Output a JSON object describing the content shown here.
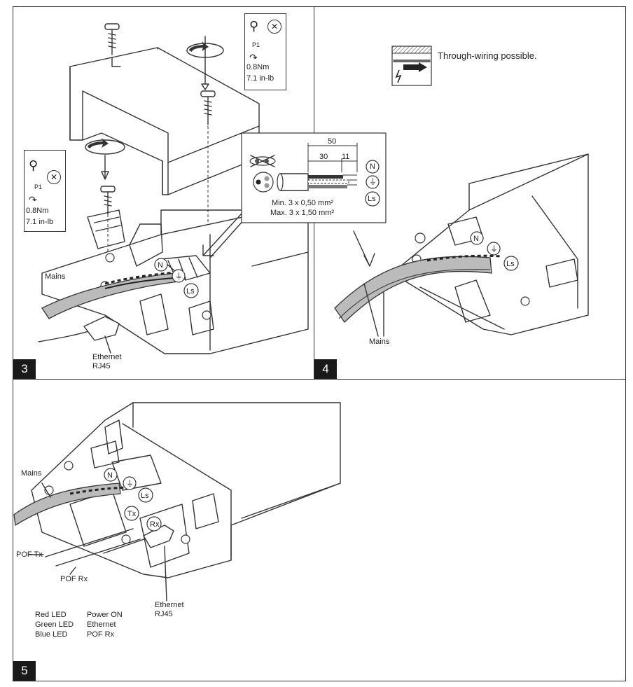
{
  "panel3": {
    "number": "3",
    "tool": "P1",
    "torque_nm": "0.8Nm",
    "torque_inlb": "7.1 in-lb",
    "mains": "Mains",
    "ethernet": "Ethernet",
    "rj45": "RJ45",
    "detail": {
      "dim_total": "50",
      "dim_a": "30",
      "dim_b": "11",
      "min": "Min.  3 x 0,50 mm²",
      "max": "Max. 3 x 1,50 mm²",
      "terminals": [
        "N",
        "⏚",
        "Ls"
      ]
    }
  },
  "panel4": {
    "number": "4",
    "through_wiring": "Through-wiring possible.",
    "mains": "Mains"
  },
  "panel5": {
    "number": "5",
    "mains": "Mains",
    "pof_tx": "POF Tx",
    "pof_rx": "POF Rx",
    "tx": "Tx",
    "rx": "Rx",
    "ethernet": "Ethernet",
    "rj45": "RJ45",
    "led_legend": [
      {
        "led": "Red LED",
        "meaning": "Power ON"
      },
      {
        "led": "Green LED",
        "meaning": "Ethernet"
      },
      {
        "led": "Blue LED",
        "meaning": "POF Rx"
      }
    ]
  },
  "icons": [
    "screwdriver-icon",
    "torque-arrow-icon",
    "rotation-icon",
    "screw-icon",
    "through-wiring-icon",
    "earth-symbol-icon"
  ]
}
